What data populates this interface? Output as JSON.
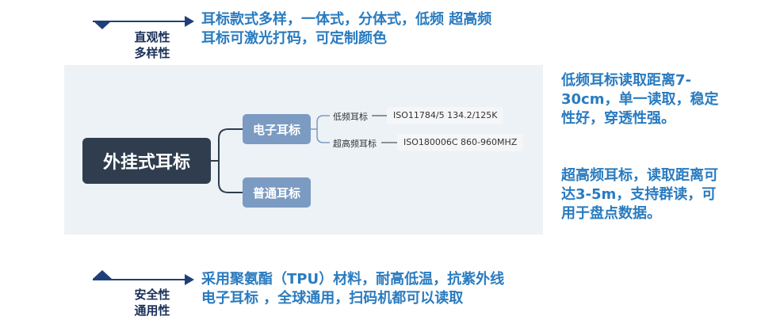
{
  "top": {
    "category": "直观性\n多样性",
    "category_line1": "直观性",
    "category_line2": "多样性",
    "text_line1": "耳标款式多样，一体式，分体式，低频 超高频",
    "text_line2": "耳标可激光打码，可定制颜色"
  },
  "bottom": {
    "category_line1": "安全性",
    "category_line2": "通用性",
    "text_line1": "采用聚氨酯（TPU）材料，耐高低温，抗紫外线",
    "text_line2": "电子耳标 ，全球通用，扫码机都可以读取"
  },
  "right": {
    "lf_line1": "低频耳标读取距离7-",
    "lf_line2": "30cm，单一读取，稳定",
    "lf_line3": "性好，穿透性强。",
    "uhf_line1": "超高频耳标，读取距离可",
    "uhf_line2": "达3-5m，支持群读，可",
    "uhf_line3": "用于盘点数据。"
  },
  "mindmap": {
    "root": "外挂式耳标",
    "child_electronic": "电子耳标",
    "child_normal": "普通耳标",
    "leaf_lf_label": "低频耳标",
    "leaf_lf_value": "ISO11784/5  134.2/125K",
    "leaf_uhf_label": "超高频耳标",
    "leaf_uhf_value": "ISO180006C  860-960MHZ"
  },
  "colors": {
    "accent_dark": "#1f3f78",
    "text_blue": "#2a7bbf",
    "root_bg": "#2f3d4e",
    "child_bg": "#7c9bc2",
    "panel_bg": "#edf2f7"
  }
}
